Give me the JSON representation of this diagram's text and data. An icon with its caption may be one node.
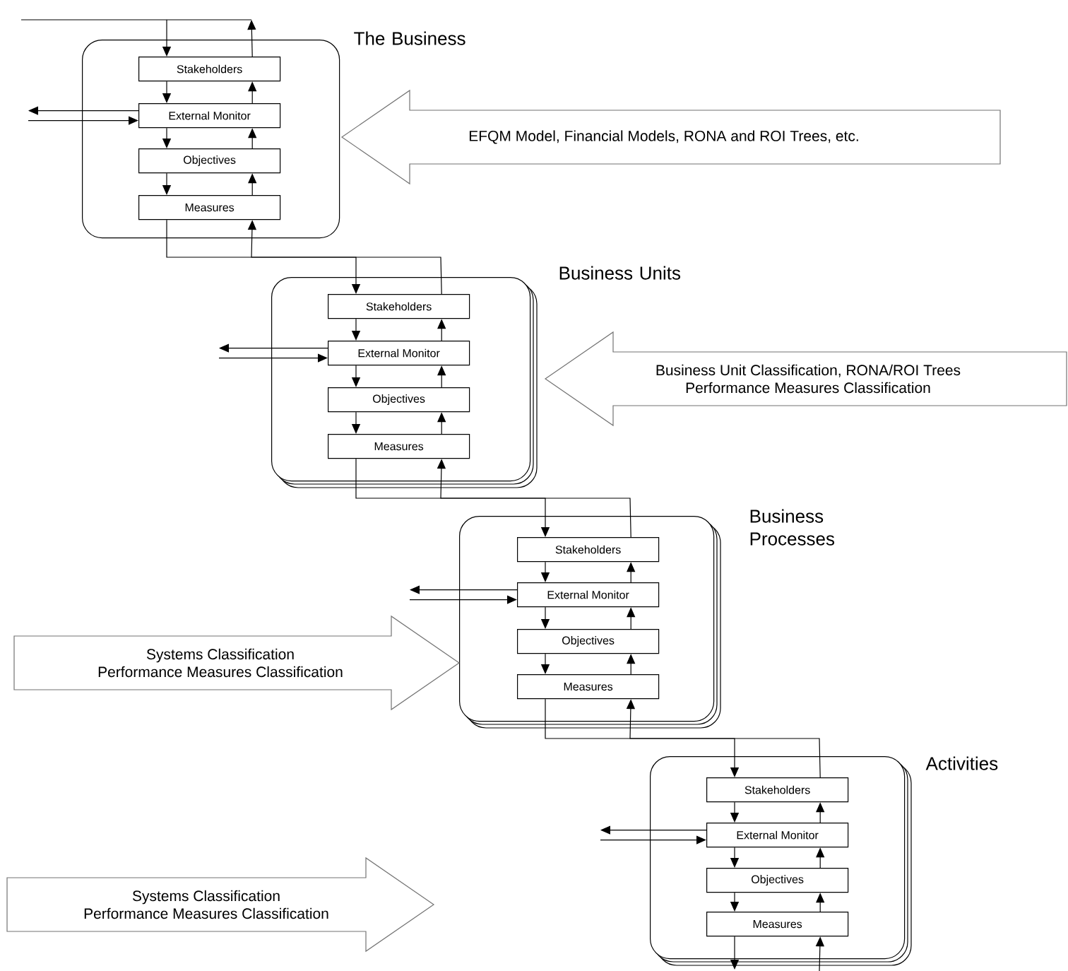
{
  "diagram": {
    "nodes": [
      {
        "text": [
          "The Business"
        ]
      },
      {
        "text": [
          "Stakeholders"
        ],
        "in": 0
      },
      {
        "text": [
          "External Monitor"
        ],
        "in": 0
      },
      {
        "text": [
          "Objectives"
        ],
        "in": 0
      },
      {
        "text": [
          "Measures"
        ],
        "in": 0
      },
      {
        "text": [
          "EFQM Model, Financial Models, RONA and ROI Trees, etc."
        ]
      },
      {
        "text": [
          "Business Units"
        ]
      },
      {
        "text": [
          "Stakeholders"
        ],
        "in": 6
      },
      {
        "text": [
          "External Monitor"
        ],
        "in": 6
      },
      {
        "text": [
          "Objectives"
        ],
        "in": 6
      },
      {
        "text": [
          "Measures"
        ],
        "in": 6
      },
      {
        "text": [
          "Business Unit Classification, RONA/ROI Trees",
          "Performance Measures Classification"
        ]
      },
      {
        "text": [
          "Business Processes"
        ]
      },
      {
        "text": [
          "Stakeholders"
        ],
        "in": 12
      },
      {
        "text": [
          "External Monitor"
        ],
        "in": 12
      },
      {
        "text": [
          "Objectives"
        ],
        "in": 12
      },
      {
        "text": [
          "Measures"
        ],
        "in": 12
      },
      {
        "text": [
          "Systems Classification",
          "Performance Measures Classification"
        ]
      },
      {
        "text": [
          "Activities"
        ]
      },
      {
        "text": [
          "Stakeholders"
        ],
        "in": 18
      },
      {
        "text": [
          "External Monitor"
        ],
        "in": 18
      },
      {
        "text": [
          "Objectives"
        ],
        "in": 18
      },
      {
        "text": [
          "Measures"
        ],
        "in": 18
      },
      {
        "text": [
          "Systems Classification",
          "Performance Measures Classification"
        ]
      }
    ],
    "edges": [
      {
        "from": null,
        "to": 1,
        "arrow": "to"
      },
      {
        "from": 1,
        "to": null,
        "arrow": "to"
      },
      {
        "from": 1,
        "to": 2,
        "arrow": "to"
      },
      {
        "from": 2,
        "to": 3,
        "arrow": "to"
      },
      {
        "from": 3,
        "to": 4,
        "arrow": "to"
      },
      {
        "from": 4,
        "to": 3,
        "arrow": "to"
      },
      {
        "from": 3,
        "to": 2,
        "arrow": "to"
      },
      {
        "from": 2,
        "to": 1,
        "arrow": "to"
      },
      {
        "from": 2,
        "to": null,
        "arrow": "to"
      },
      {
        "from": null,
        "to": 2,
        "arrow": "to"
      },
      {
        "from": 4,
        "to": 7,
        "arrow": "to"
      },
      {
        "from": 7,
        "to": 4,
        "arrow": "to"
      },
      {
        "from": 7,
        "to": 8,
        "arrow": "to"
      },
      {
        "from": 8,
        "to": 9,
        "arrow": "to"
      },
      {
        "from": 9,
        "to": 10,
        "arrow": "to"
      },
      {
        "from": 10,
        "to": 9,
        "arrow": "to"
      },
      {
        "from": 9,
        "to": 8,
        "arrow": "to"
      },
      {
        "from": 8,
        "to": 7,
        "arrow": "to"
      },
      {
        "from": 8,
        "to": null,
        "arrow": "to"
      },
      {
        "from": null,
        "to": 8,
        "arrow": "to"
      },
      {
        "from": 10,
        "to": 13,
        "arrow": "to"
      },
      {
        "from": 13,
        "to": 10,
        "arrow": "to"
      },
      {
        "from": 13,
        "to": 14,
        "arrow": "to"
      },
      {
        "from": 14,
        "to": 15,
        "arrow": "to"
      },
      {
        "from": 15,
        "to": 16,
        "arrow": "to"
      },
      {
        "from": 16,
        "to": 15,
        "arrow": "to"
      },
      {
        "from": 15,
        "to": 14,
        "arrow": "to"
      },
      {
        "from": 14,
        "to": 13,
        "arrow": "to"
      },
      {
        "from": 14,
        "to": null,
        "arrow": "to"
      },
      {
        "from": null,
        "to": 14,
        "arrow": "to"
      },
      {
        "from": 16,
        "to": 19,
        "arrow": "to"
      },
      {
        "from": 19,
        "to": 16,
        "arrow": "to"
      },
      {
        "from": 19,
        "to": 20,
        "arrow": "to"
      },
      {
        "from": 20,
        "to": 21,
        "arrow": "to"
      },
      {
        "from": 21,
        "to": 22,
        "arrow": "to"
      },
      {
        "from": 22,
        "to": 21,
        "arrow": "to"
      },
      {
        "from": 21,
        "to": 20,
        "arrow": "to"
      },
      {
        "from": 20,
        "to": 19,
        "arrow": "to"
      },
      {
        "from": 20,
        "to": null,
        "arrow": "to"
      },
      {
        "from": null,
        "to": 20,
        "arrow": "to"
      },
      {
        "from": 22,
        "to": null,
        "arrow": "to"
      },
      {
        "from": null,
        "to": 22,
        "arrow": "to"
      }
    ]
  }
}
